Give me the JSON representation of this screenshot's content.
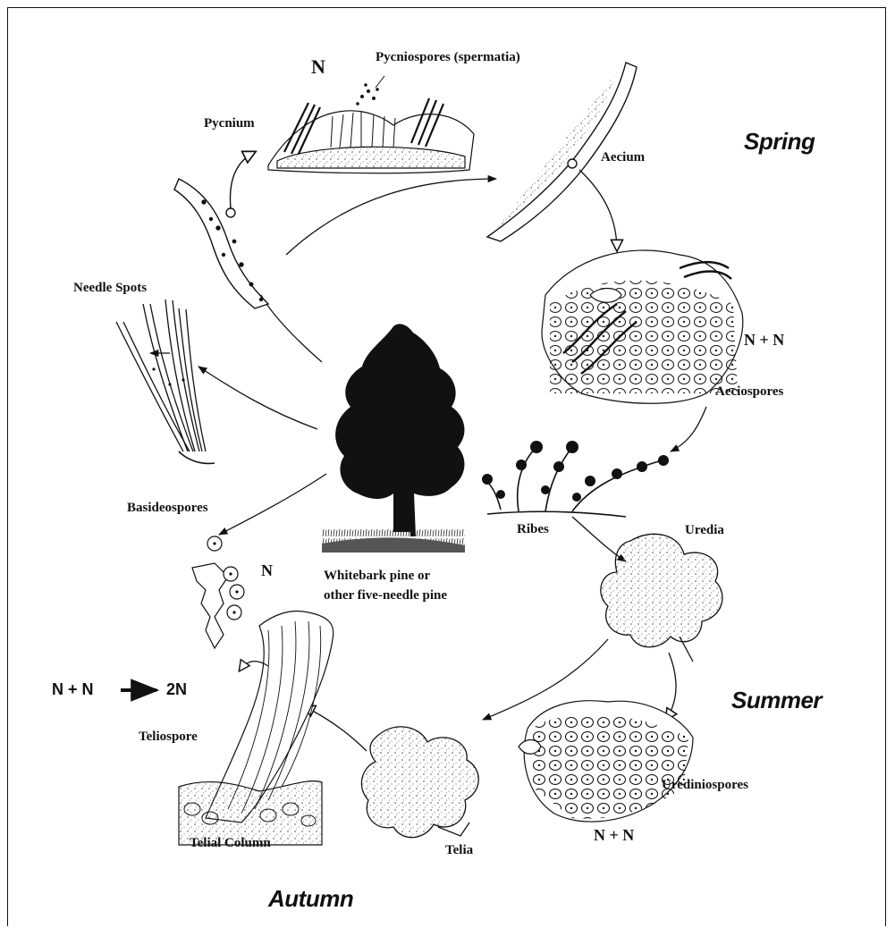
{
  "labels": {
    "spring": "Spring",
    "summer": "Summer",
    "autumn": "Autumn",
    "n_top": "N",
    "pycniospores": "Pycniospores (spermatia)",
    "pycnium": "Pycnium",
    "aecium": "Aecium",
    "needle_spots": "Needle Spots",
    "n_plus_n_aecio": "N + N",
    "aeciospores": "Aeciospores",
    "basideospores": "Basideospores",
    "ribes": "Ribes",
    "uredia": "Uredia",
    "n_basidio": "N",
    "tree_caption_line1": "Whitebark pine or",
    "tree_caption_line2": "other five-needle pine",
    "nn_left": "N + N",
    "two_n": "2N",
    "teliospore": "Teliospore",
    "urediniospores": "Urediniospores",
    "n_plus_n_uredinio": "N + N",
    "telial_column": "Telial Column",
    "telia": "Telia"
  },
  "colors": {
    "ink": "#111111",
    "stipple": "#9a9a9a",
    "background": "#ffffff"
  }
}
